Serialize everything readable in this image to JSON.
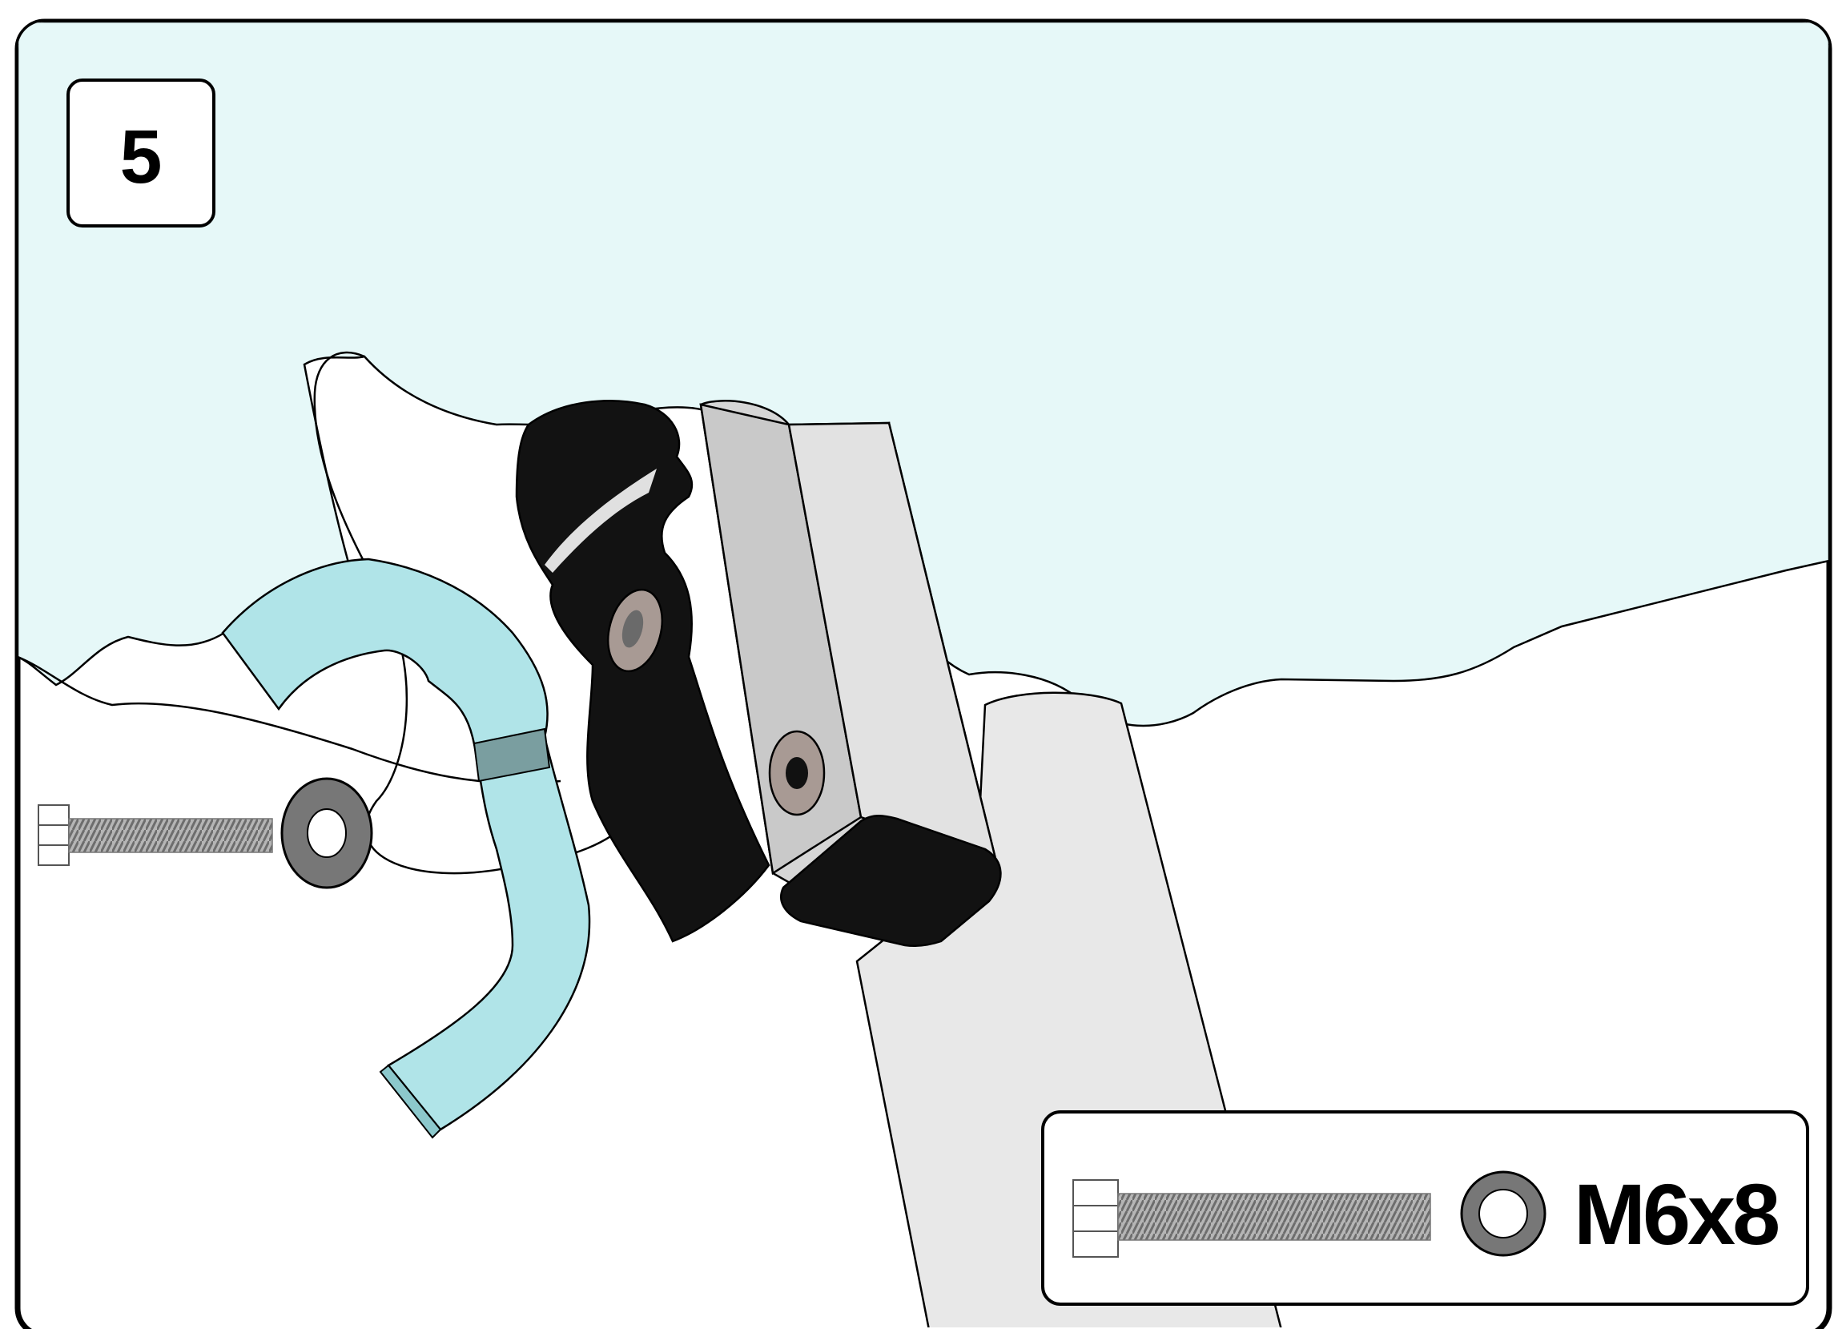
{
  "step": {
    "number": "5"
  },
  "hardware_callout": {
    "size": "M6x8",
    "items": [
      "hex-bolt-icon",
      "washer-icon"
    ]
  },
  "parts": [
    "windshield",
    "mounting-bracket",
    "clamp-lever",
    "square-tube-arm",
    "rubber-end-cap",
    "support-post",
    "hex-bolt",
    "washer"
  ],
  "colors": {
    "windshield_tint": "#e6f8f8",
    "bracket_cyan": "#b0e4e8",
    "bracket_band": "#7a9ea0",
    "tube_gray": "#c9c9c9",
    "tube_light": "#e2e2e2",
    "post_gray": "#e8e8e8",
    "clamp_black": "#121212",
    "washer_gray": "#777777",
    "thread_gray": "#9a9a9a",
    "outline": "#000000"
  }
}
